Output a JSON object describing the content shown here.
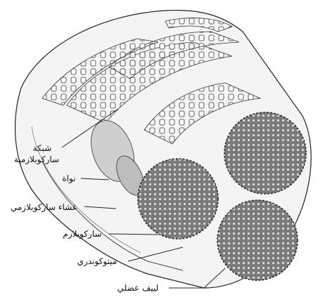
{
  "labels": {
    "sarcoplasmic_reticulum_line1": "شبكة",
    "sarcoplasmic_reticulum_line2": "ساركوبلازمية",
    "nucleus": "نواة",
    "sarcolemma": "غشاء ساركوبلازمي",
    "sarcoplasm": "ساركوبلازم",
    "mitochondrion": "ميتوكوندري",
    "myofibril": "لييف عضلي"
  },
  "colors": {
    "outline": "#222222",
    "membrane_fill": "#f4f4f4",
    "tubule_fill": "#ffffff",
    "myofibril_fill": "#7a7a7a",
    "myofibril_dot": "#d9d9d9",
    "nucleus_fill": "#cfcfcf",
    "mitochondrion_fill": "#bdbdbd",
    "leader_line": "#222222"
  },
  "icons": {
    "fiber": "muscle-fiber-cylinder",
    "myofibril": "myofibril-cross-section"
  }
}
